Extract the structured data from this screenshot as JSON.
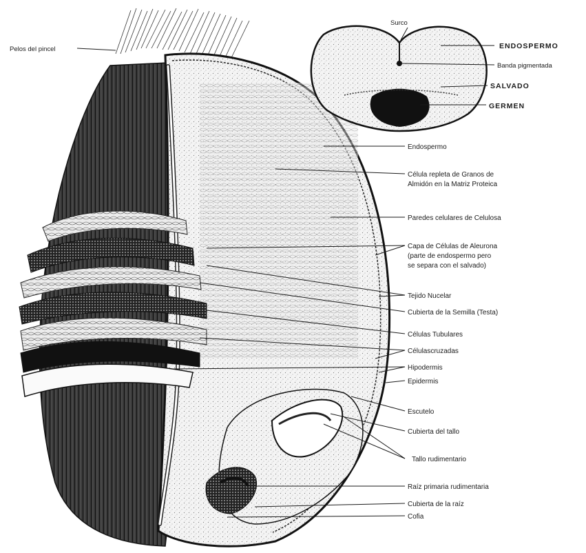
{
  "labels": {
    "pelos": "Pelos del pincel",
    "surco": "Surco",
    "endospermo_caps": "ENDOSPERMO",
    "banda": "Banda pigmentada",
    "salvado": "SALVADO",
    "germen": "GERMEN",
    "endospermo": "Endospermo",
    "celula_1": "Célula repleta de Granos de",
    "celula_2": "Almidón en la Matriz Proteica",
    "paredes": "Paredes celulares de Celulosa",
    "aleurona_1": "Capa de Células de Aleurona",
    "aleurona_2": "(parte de endospermo pero",
    "aleurona_3": "se separa con el salvado)",
    "nucelar": "Tejido Nucelar",
    "testa": "Cubierta de la Semilla (Testa)",
    "tubulares": "Células Tubulares",
    "cruzadas": "Célulascruzadas",
    "hipodermis": "Hipodermis",
    "epidermis": "Epidermis",
    "escutelo": "Escutelo",
    "cub_tallo": "Cubierta del tallo",
    "tallo": "Tallo rudimentario",
    "raiz": "Raíz primaria rudimentaria",
    "cub_raiz": "Cubierta de la raíz",
    "cofia": "Cofia"
  },
  "colors": {
    "ink": "#1a1a1a",
    "dark_stipple": "#2b2b2b",
    "light_fill": "#f3f3f3"
  }
}
